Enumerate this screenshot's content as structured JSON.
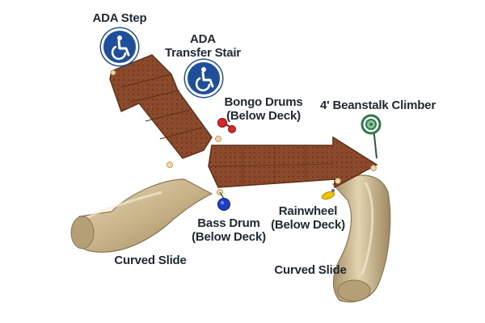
{
  "labels": {
    "ada_step": "ADA Step",
    "ada_transfer_stair_line1": "ADA",
    "ada_transfer_stair_line2": "Transfer Stair",
    "bongo_drums_line1": "Bongo Drums",
    "bongo_drums_line2": "(Below Deck)",
    "beanstalk_climber": "4' Beanstalk Climber",
    "bass_drum_line1": "Bass Drum",
    "bass_drum_line2": "(Below Deck)",
    "rainwheel_line1": "Rainwheel",
    "rainwheel_line2": "(Below Deck)",
    "curved_slide_left": "Curved Slide",
    "curved_slide_right": "Curved Slide"
  },
  "icons": {
    "accessibility": "wheelchair-accessibility-icon"
  },
  "colors": {
    "deck_brown": "#8b4a2b",
    "deck_dark": "#5e2e17",
    "slide_tan": "#c9b48a",
    "ada_blue": "#1f4f9a",
    "bongo_red": "#d8242b",
    "bass_blue": "#1e3fbf",
    "rainwheel_yellow": "#f2c200",
    "climber_green": "#2f7a4a",
    "text": "#1e2a33"
  }
}
